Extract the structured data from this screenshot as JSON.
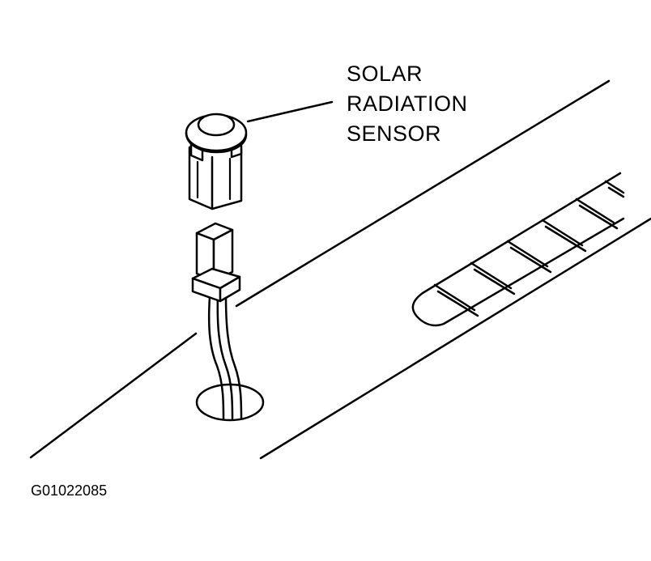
{
  "diagram": {
    "callout": {
      "lines": [
        "SOLAR",
        "RADIATION",
        "SENSOR"
      ]
    },
    "figure_id": "G01022085"
  },
  "colors": {
    "ink": "#000000",
    "background": "#ffffff"
  }
}
